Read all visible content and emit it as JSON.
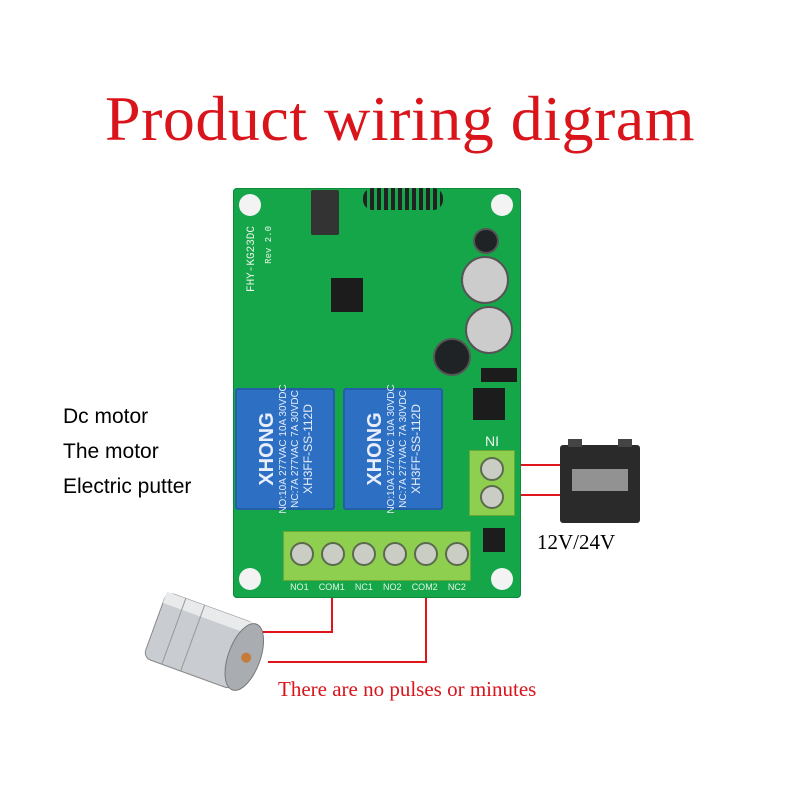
{
  "title": "Product wiring digram",
  "load_labels": [
    "Dc motor",
    "The motor",
    "Electric putter"
  ],
  "board": {
    "model": "FHY-KG23DC",
    "revision": "Rev 2.0",
    "relays": [
      {
        "brand": "XHONG",
        "model": "XH3FF-SS-112D",
        "rating_no": "NO:10A 277VAC 10A 30VDC",
        "rating_nc": "NC:7A 277VAC 7A 30VDC"
      },
      {
        "brand": "XHONG",
        "model": "XH3FF-SS-112D",
        "rating_no": "NO:10A 277VAC 10A 30VDC",
        "rating_nc": "NC:7A 277VAC 7A 30VDC"
      }
    ],
    "power_terminal_label": "NI",
    "output_terminals": [
      "NO1",
      "COM1",
      "NC1",
      "NO2",
      "COM2",
      "NC2"
    ]
  },
  "power_label": "12V/24V",
  "note": "There are no pulses or minutes",
  "colors": {
    "title": "#d9141b",
    "wire": "#e0141b",
    "board": "#16a64a",
    "relay": "#2d6fc2"
  }
}
